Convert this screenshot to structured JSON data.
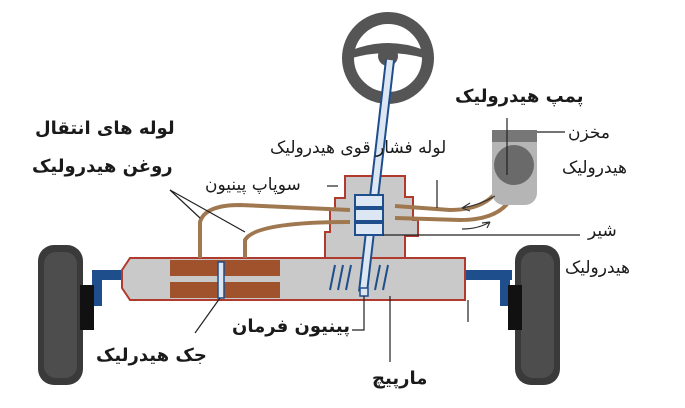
{
  "labels": {
    "pump": "پمپ هیدرولیک",
    "reservoir_1": "مخزن",
    "reservoir_2": "هیدرولیک",
    "high_pressure_pipe": "لوله فشار قوی هیدرولیک",
    "pinion_valve": "سوپاپ پینیون",
    "transfer_pipes_1": "لوله های انتقال",
    "transfer_pipes_2": "روغن هیدرولیک",
    "valve_1": "شیر",
    "valve_2": "هیدرولیک",
    "steering_pinion": "پینیون فرمان",
    "hydraulic_jack": "جک هیدرلیک",
    "worm": "مارپیچ"
  },
  "colors": {
    "housing_outline": "#b03a2e",
    "housing_fill": "#c9c9c9",
    "oil_chamber": "#a0522d",
    "tie_rod": "#1f4e8c",
    "pipe": "#a07850",
    "wheel": "#3a3a3a"
  }
}
